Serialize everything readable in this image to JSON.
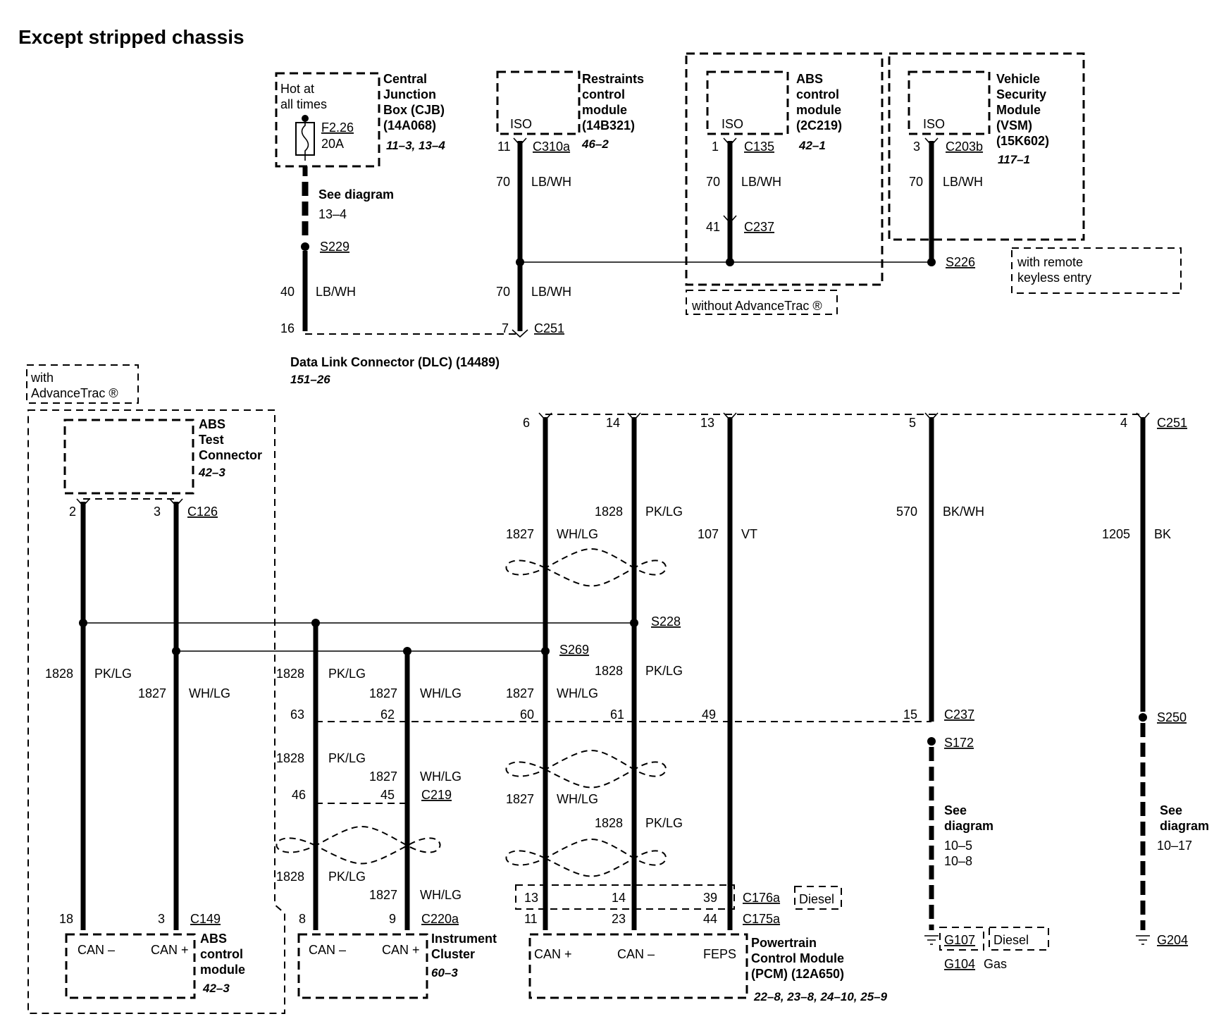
{
  "title": "Except stripped chassis",
  "cjb": {
    "name": [
      "Central",
      "Junction",
      "Box (CJB)",
      "(14A068)"
    ],
    "ref": "11–3, 13–4",
    "hot": [
      "Hot at",
      "all times"
    ],
    "fuse": "F2.26",
    "amps": "20A"
  },
  "see_diagram_top": {
    "label": "See diagram",
    "ref": "13–4"
  },
  "rcm": {
    "name": [
      "Restraints",
      "control",
      "module",
      "(14B321)"
    ],
    "ref": "46–2",
    "iso": "ISO",
    "pin": "11",
    "conn": "C310a"
  },
  "abs_top": {
    "name": [
      "ABS",
      "control",
      "module",
      "(2C219)"
    ],
    "ref": "42–1",
    "iso": "ISO",
    "pin": "1",
    "conn": "C135",
    "pin2": "41",
    "conn2": "C237"
  },
  "vsm": {
    "name": [
      "Vehicle",
      "Security",
      "Module",
      "(VSM)",
      "(15K602)"
    ],
    "ref": "117–1",
    "iso": "ISO",
    "pin": "3",
    "conn": "C203b"
  },
  "top_wires": {
    "lbwh": "LB/WH",
    "c70": "70",
    "c40": "40"
  },
  "splices": {
    "s229": "S229",
    "s226": "S226",
    "s228": "S228",
    "s269": "S269",
    "s172": "S172",
    "s250": "S250"
  },
  "notes": {
    "without_advtrac": "without AdvanceTrac ®",
    "remote": [
      "with remote",
      "keyless entry"
    ],
    "with_advtrac": [
      "with",
      "AdvanceTrac ®"
    ],
    "diesel": "Diesel",
    "gas": "Gas"
  },
  "dlc": {
    "name": "Data Link Connector (DLC) (14489)",
    "ref": "151–26",
    "conn": "C251",
    "pins_top": [
      "16",
      "7"
    ],
    "pins_bottom": [
      "6",
      "14",
      "13",
      "5",
      "4"
    ]
  },
  "abs_test": {
    "name": [
      "ABS",
      "Test",
      "Connector"
    ],
    "ref": "42–3",
    "conn": "C126",
    "pins": [
      "2",
      "3"
    ]
  },
  "wires": {
    "pklg": "PK/LG",
    "whlg": "WH/LG",
    "vt": "VT",
    "bkwh": "BK/WH",
    "bk": "BK",
    "c1828": "1828",
    "c1827": "1827",
    "c107": "107",
    "c570": "570",
    "c1205": "1205"
  },
  "mid_conn": {
    "pins": [
      "63",
      "62",
      "60",
      "61",
      "49",
      "15"
    ],
    "conn": "C237"
  },
  "c219": {
    "pins": [
      "46",
      "45"
    ],
    "conn": "C219"
  },
  "see_diagram_right": {
    "g1": [
      "See",
      "diagram",
      "10–5",
      "10–8"
    ],
    "g2": [
      "See",
      "diagram",
      "10–17"
    ]
  },
  "abs_bottom": {
    "name": [
      "ABS",
      "control",
      "module"
    ],
    "ref": "42–3",
    "conn": "C149",
    "pins": [
      "18",
      "3"
    ],
    "can_minus": "CAN –",
    "can_plus": "CAN +"
  },
  "ic": {
    "name": [
      "Instrument",
      "Cluster"
    ],
    "ref": "60–3",
    "conn": "C220a",
    "pins": [
      "8",
      "9"
    ],
    "can_minus": "CAN –",
    "can_plus": "CAN +"
  },
  "pcm": {
    "name": [
      "Powertrain",
      "Control Module",
      "(PCM) (12A650)"
    ],
    "ref": "22–8, 23–8, 24–10, 25–9",
    "conn_a": "C176a",
    "conn_b": "C175a",
    "pins_a": [
      "13",
      "14",
      "39"
    ],
    "pins_b": [
      "11",
      "23",
      "44"
    ],
    "can_plus": "CAN +",
    "can_minus": "CAN –",
    "feps": "FEPS"
  },
  "grounds": {
    "g107": "G107",
    "g104": "G104",
    "g204": "G204"
  }
}
